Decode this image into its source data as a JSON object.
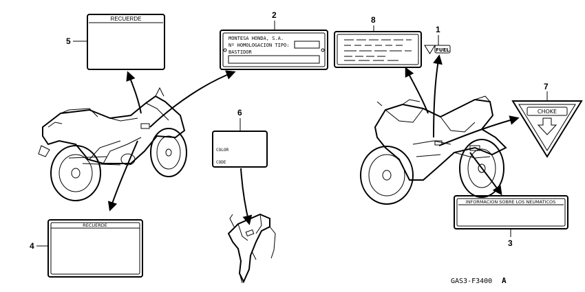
{
  "callouts": {
    "c1": "1",
    "c2": "2",
    "c3": "3",
    "c4": "4",
    "c5": "5",
    "c6": "6",
    "c7": "7",
    "c8": "8"
  },
  "labels": {
    "recuerde_top": "RECUERDE",
    "recuerde_bottom": "RECUERDE",
    "plate_line1": "MONTESA HONDA, S.A.",
    "plate_line2": "Nº HOMOLOGACION TIPO:",
    "plate_line3": "BASTIDOR",
    "color": "COLOR",
    "code": "CODE",
    "fuel": "FUEL",
    "choke": "CHOKE",
    "tire_info": "INFORMACION SOBRE LOS NEUMATICOS"
  },
  "footer": {
    "part_code": "GAS3-F3400",
    "suffix": "A"
  },
  "icons": [
    "motorcycle-left-view",
    "motorcycle-right-view",
    "frame-detail",
    "triangle-down-arrow-icon"
  ]
}
